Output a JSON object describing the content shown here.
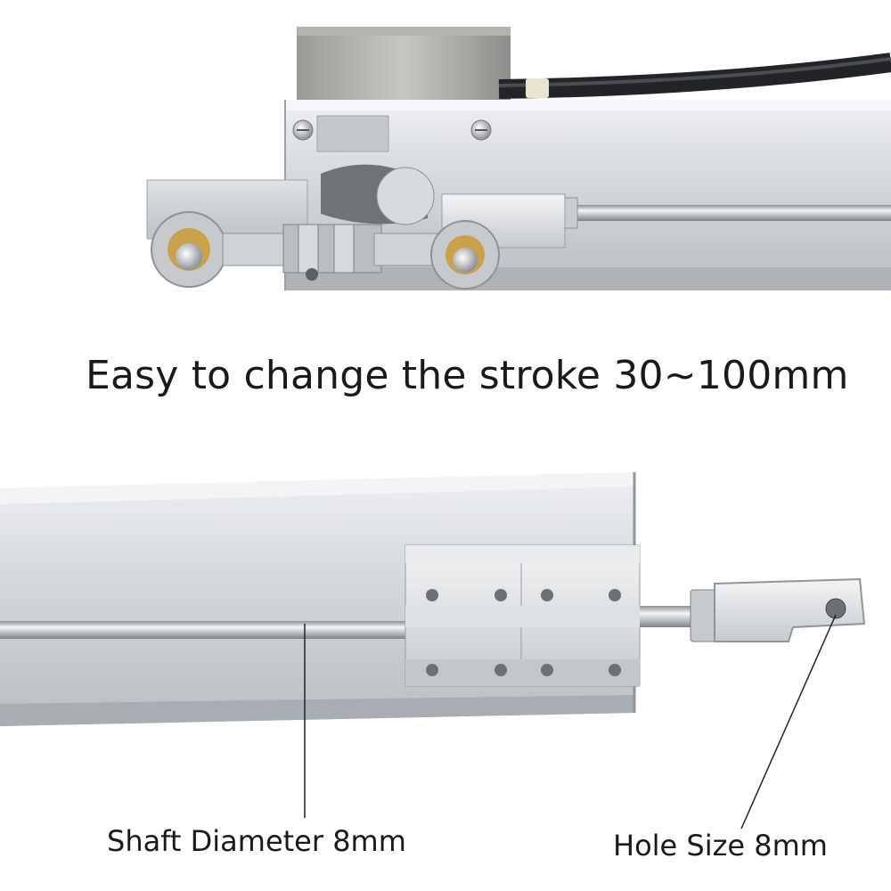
{
  "headline": "Easy to change the stroke 30~100mm",
  "callouts": {
    "shaft": "Shaft Diameter 8mm",
    "hole": "Hole Size 8mm"
  },
  "colors": {
    "aluminum": "#d6dadd",
    "aluminum_dark": "#a9afb4",
    "steel_rod": "#c4c8cc",
    "cable": "#222428",
    "brass": "#c9a14a",
    "text": "#1a1a1a"
  }
}
